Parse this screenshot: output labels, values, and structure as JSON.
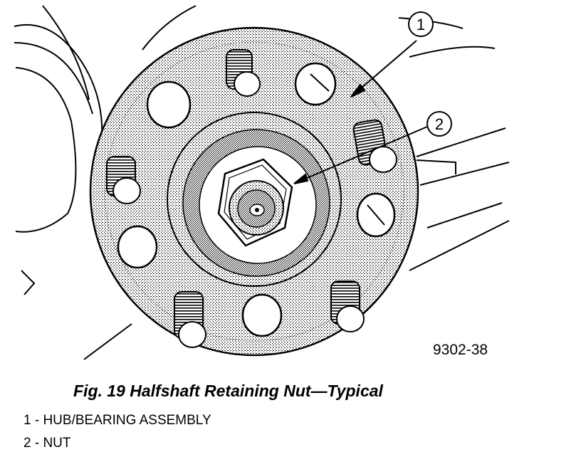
{
  "figure": {
    "drawing_number": "9302-38",
    "caption": "Fig. 19 Halfshaft Retaining Nut—Typical",
    "callouts": [
      {
        "number": "1",
        "label": "HUB/BEARING ASSEMBLY"
      },
      {
        "number": "2",
        "label": "NUT"
      }
    ]
  },
  "legend": [
    {
      "text": "1 - HUB/BEARING ASSEMBLY"
    },
    {
      "text": "2 - NUT"
    }
  ]
}
